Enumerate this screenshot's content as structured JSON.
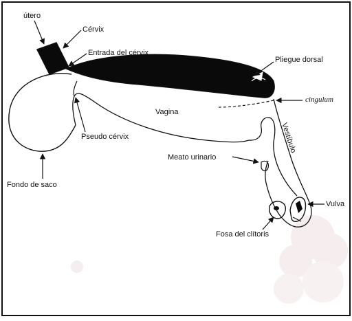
{
  "labels": {
    "utero": "útero",
    "cervix": "Cérvix",
    "entrada_cervix": "Entrada del cérvix",
    "pliegue_dorsal": "Pliegue dorsal",
    "cingulum": "cingulum",
    "vagina": "Vagina",
    "vestibulo": "Vestíbulo",
    "pseudo_cervix": "Pseudo cérvix",
    "meato_urinario": "Meato urinario",
    "fondo_de_saco": "Fondo de saco",
    "vulva": "Vulva",
    "fosa_clitoris": "Fosa del clítoris"
  },
  "colors": {
    "ink": "#111111",
    "fill_dark": "#0a0a0a",
    "stain": "#f6eeee"
  }
}
